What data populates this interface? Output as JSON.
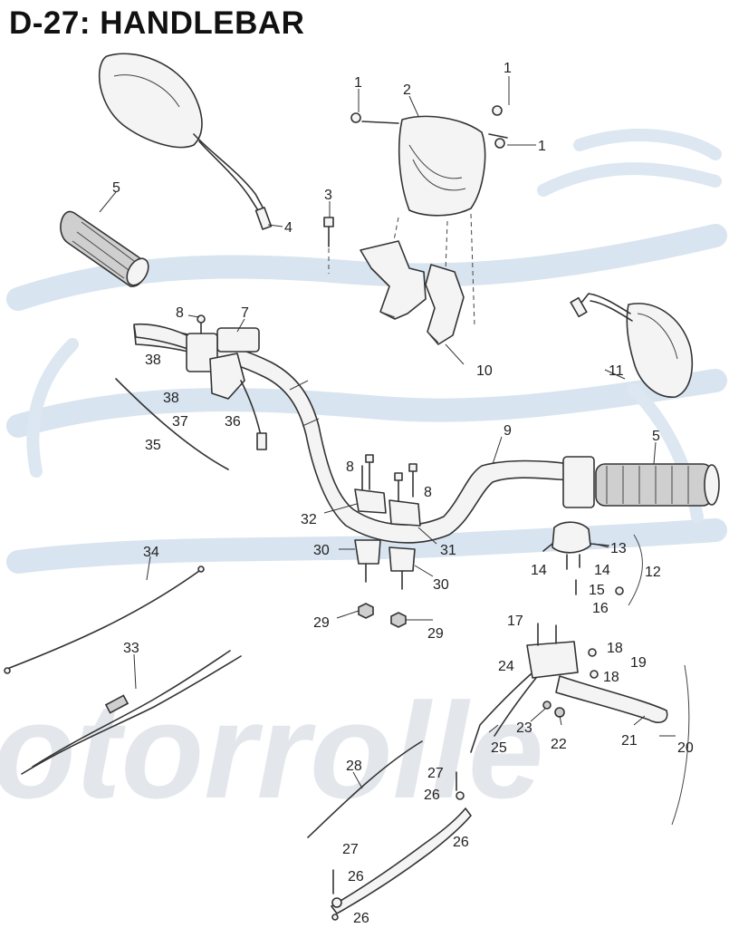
{
  "title": "D-27: HANDLEBAR",
  "watermark": "otorrolle",
  "colors": {
    "watermark_blue": "#d8e4ef",
    "watermark_gray": "#e3e7ec",
    "line": "#333333"
  },
  "callouts": [
    {
      "id": "c1a",
      "text": "1"
    },
    {
      "id": "c1b",
      "text": "1"
    },
    {
      "id": "c1c",
      "text": "1"
    },
    {
      "id": "c2",
      "text": "2"
    },
    {
      "id": "c3",
      "text": "3"
    },
    {
      "id": "c4",
      "text": "4"
    },
    {
      "id": "c5a",
      "text": "5"
    },
    {
      "id": "c5b",
      "text": "5"
    },
    {
      "id": "c7",
      "text": "7"
    },
    {
      "id": "c8a",
      "text": "8"
    },
    {
      "id": "c8b",
      "text": "8"
    },
    {
      "id": "c8c",
      "text": "8"
    },
    {
      "id": "c9",
      "text": "9"
    },
    {
      "id": "c10",
      "text": "10"
    },
    {
      "id": "c11",
      "text": "11"
    },
    {
      "id": "c12",
      "text": "12"
    },
    {
      "id": "c13",
      "text": "13"
    },
    {
      "id": "c14a",
      "text": "14"
    },
    {
      "id": "c14b",
      "text": "14"
    },
    {
      "id": "c15",
      "text": "15"
    },
    {
      "id": "c16",
      "text": "16"
    },
    {
      "id": "c17",
      "text": "17"
    },
    {
      "id": "c18a",
      "text": "18"
    },
    {
      "id": "c18b",
      "text": "18"
    },
    {
      "id": "c19",
      "text": "19"
    },
    {
      "id": "c20",
      "text": "20"
    },
    {
      "id": "c21",
      "text": "21"
    },
    {
      "id": "c22",
      "text": "22"
    },
    {
      "id": "c23",
      "text": "23"
    },
    {
      "id": "c24",
      "text": "24"
    },
    {
      "id": "c25",
      "text": "25"
    },
    {
      "id": "c26a",
      "text": "26"
    },
    {
      "id": "c26b",
      "text": "26"
    },
    {
      "id": "c26c",
      "text": "26"
    },
    {
      "id": "c26d",
      "text": "26"
    },
    {
      "id": "c27a",
      "text": "27"
    },
    {
      "id": "c27b",
      "text": "27"
    },
    {
      "id": "c28",
      "text": "28"
    },
    {
      "id": "c29a",
      "text": "29"
    },
    {
      "id": "c29b",
      "text": "29"
    },
    {
      "id": "c30a",
      "text": "30"
    },
    {
      "id": "c30b",
      "text": "30"
    },
    {
      "id": "c31",
      "text": "31"
    },
    {
      "id": "c32",
      "text": "32"
    },
    {
      "id": "c33",
      "text": "33"
    },
    {
      "id": "c34",
      "text": "34"
    },
    {
      "id": "c35",
      "text": "35"
    },
    {
      "id": "c36",
      "text": "36"
    },
    {
      "id": "c37",
      "text": "37"
    },
    {
      "id": "c38a",
      "text": "38"
    },
    {
      "id": "c38b",
      "text": "38"
    }
  ]
}
